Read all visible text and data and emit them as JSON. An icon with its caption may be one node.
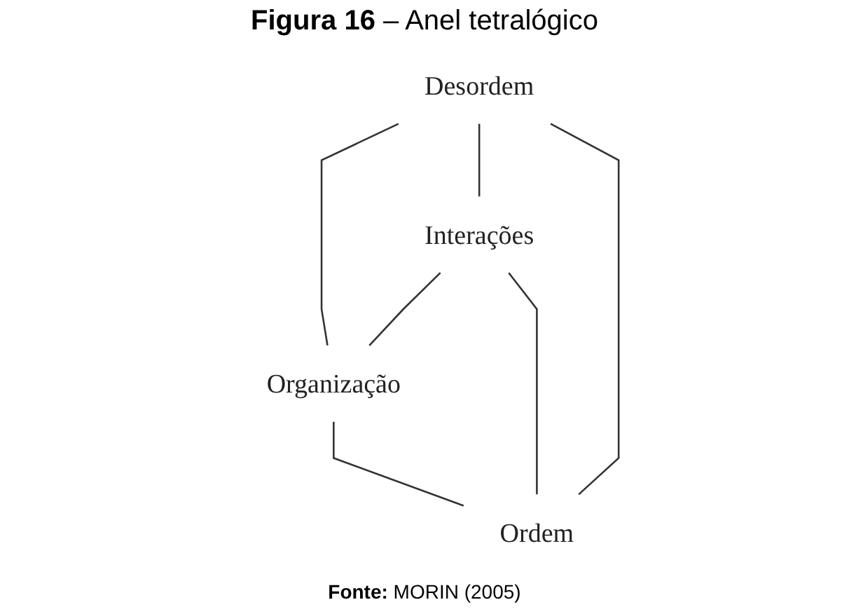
{
  "diagram": {
    "title": "**Figura 16** – Anel tetralógico",
    "caption": "**Fonte:** MORIN (2005)",
    "nodes": [
      {
        "text": [
          "Desordem"
        ]
      },
      {
        "text": [
          "Interações"
        ]
      },
      {
        "text": [
          "Organização"
        ]
      },
      {
        "text": [
          "Ordem"
        ]
      }
    ],
    "edges": [
      {
        "from": 0,
        "to": 2,
        "arrow": "none"
      },
      {
        "from": 0,
        "to": 1,
        "arrow": "none"
      },
      {
        "from": 0,
        "to": 3,
        "arrow": "none"
      },
      {
        "from": 1,
        "to": 2,
        "arrow": "none"
      },
      {
        "from": 1,
        "to": 3,
        "arrow": "none"
      },
      {
        "from": 2,
        "to": 3,
        "arrow": "none"
      }
    ]
  }
}
